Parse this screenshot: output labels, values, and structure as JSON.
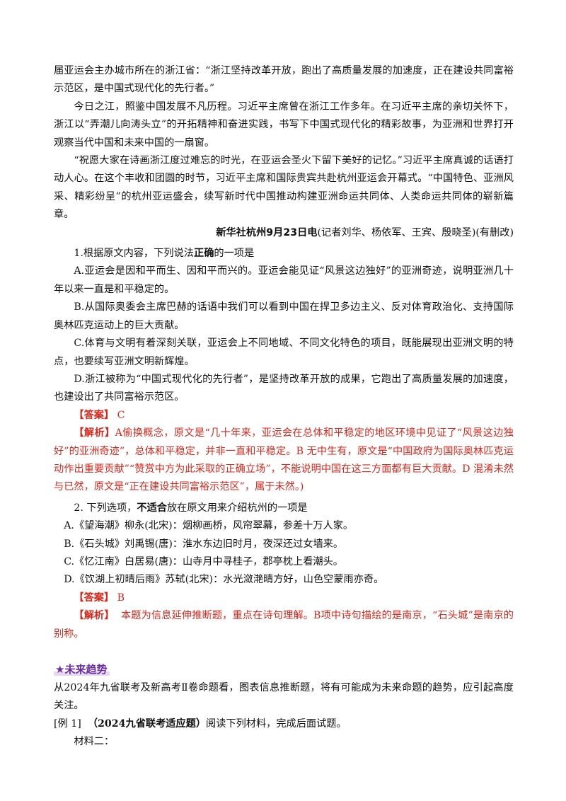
{
  "article": {
    "p1": "届亚运会主办城市所在的浙江省：“浙江坚持改革开放，跑出了高质量发展的加速度，正在建设共同富裕示范区，是中国式现代化的先行者。”",
    "p2": "今日之江，照鉴中国发展不凡历程。习近平主席曾在浙江工作多年。在习近平主席的亲切关怀下，浙江以“弄潮儿向涛头立”的开拓精神和奋进实践，书写下中国式现代化的精彩故事，为亚洲和世界打开观察当代中国和未来中国的一扇窗。",
    "p3": "“祝愿大家在诗画浙江度过难忘的时光，在亚运会圣火下留下美好的记忆。”习近平主席真诚的话语打动人心。在这个丰收和团圆的时节，习近平主席和国际贵宾共赴杭州亚运会开幕式。“中国特色、亚洲风采、精彩纷呈”的杭州亚运盛会，续写新时代中国推动构建亚洲命运共同体、人类命运共同体的崭新篇章。",
    "byline_bold": "新华社杭州9月23日电",
    "byline_rest": "(记者刘华、杨依军、王宾、殷晓圣)(有删改)"
  },
  "q1": {
    "stem_pre": "1.根据原文内容，下列说法",
    "stem_bold": "正确",
    "stem_post": "的一项是",
    "A": "A.亚运会是因和平而生、因和平而兴的。亚运会能见证“风景这边独好”的亚洲奇迹，说明亚洲几十年以来一直是和平稳定的。",
    "B": "B.从国际奥委会主席巴赫的话语中我们可以看到中国在捍卫多边主义、反对体育政治化、支持国际奥林匹克运动上的巨大贡献。",
    "C": "C.体育与文明有着深刻关联，亚运会上不同地域、不同文化特色的项目，既能展现出亚洲文明的特点，也要续写亚洲文明新辉煌。",
    "D": "D.浙江被称为“中国式现代化的先行者”，是坚持改革开放的成果，它跑出了高质量发展的加速度，也建设出了共同富裕示范区。",
    "answer_tag": "【答案】",
    "answer": "C",
    "analysis_tag": "【解析】",
    "analysis": "A偷换概念，原文是“几十年来，亚运会在总体和平稳定的地区环境中见证了“风景这边独好”的亚洲奇迹”，总体和平稳定，并非一直和平稳定。B 无中生有，原文是“中国政府为国际奥林匹克运动作出重要贡献”“赞赏中方为此采取的正确立场”，不能说明中国在这三方面都有巨大贡献。D 混淆未然与已然，原文是“正在建设共同富裕示范区”，属于未然。)"
  },
  "q2": {
    "stem_pre": "2. 下列选项，",
    "stem_bold": "不适合",
    "stem_post": "放在原文用来介绍杭州的一项是",
    "A": "A.《望海潮》柳永(北宋)：烟柳画桥，风帘翠幕，参差十万人家。",
    "B": "B.《石头城》刘禹锡(唐)：淮水东边旧时月，夜深还过女墙来。",
    "C": "C.《忆江南》白居易(唐)：山寺月中寻桂子，郡亭枕上看潮头。",
    "D": "D.《饮湖上初晴后雨》苏轼(北宋)：水光潋滟晴方好，山色空蒙雨亦奇。",
    "answer_tag": "【答案】",
    "answer": "B",
    "analysis_tag": "【解析】",
    "analysis": "本题为信息延伸推断题，重点在诗句理解。B项中诗句描绘的是南京，“石头城”是南京的别称。"
  },
  "trend": {
    "title": "★未来趋势",
    "text": "从2024年九省联考及新高考Ⅱ卷命题看，图表信息推断题，将有可能成为未来命题的趋势，应引起高度关注。",
    "example_pre": "[例 1]",
    "example_bold": "（2024九省联考适应题）",
    "example_post": "阅读下列材料，完成后面试题。",
    "material": "材料二："
  },
  "colors": {
    "answer": "#d8271c",
    "section": "#6a2ca0",
    "section_bg": "#e6d7f2"
  }
}
